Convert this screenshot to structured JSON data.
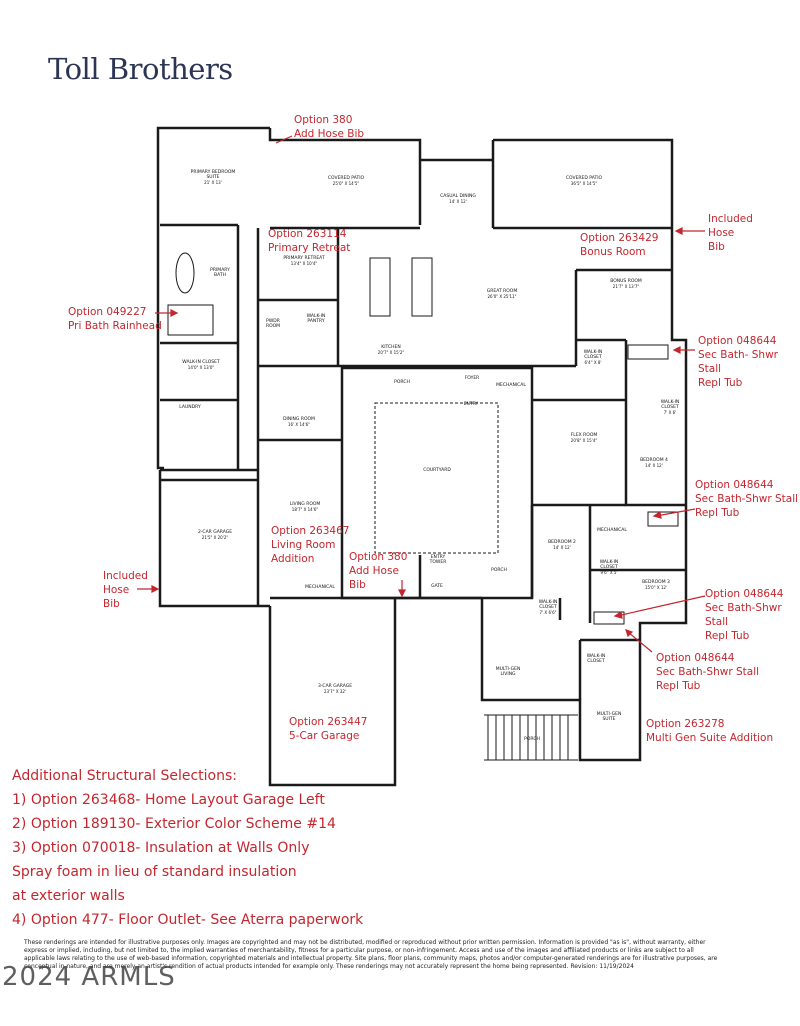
{
  "brand": {
    "name": "Toll Brothers"
  },
  "colors": {
    "annotation": "#c4262e",
    "wall": "#1a1a1a",
    "logo": "#2c3552"
  },
  "rooms": [
    {
      "id": "primary-bedroom",
      "name": "PRIMARY BEDROOM SUITE",
      "dim": "21' X 13'"
    },
    {
      "id": "covered-patio-1",
      "name": "COVERED PATIO",
      "dim": "25'0\" X 14'5\""
    },
    {
      "id": "casual-dining",
      "name": "CASUAL DINING",
      "dim": "14' X 12'"
    },
    {
      "id": "covered-patio-2",
      "name": "COVERED PATIO",
      "dim": "36'5\" X 14'5\""
    },
    {
      "id": "primary-retreat",
      "name": "PRIMARY RETREAT",
      "dim": "13'4\" X 10'4\""
    },
    {
      "id": "primary-bath",
      "name": "PRIMARY BATH",
      "dim": ""
    },
    {
      "id": "great-room",
      "name": "GREAT ROOM",
      "dim": "26'0\" X 25'11\""
    },
    {
      "id": "bonus-room",
      "name": "BONUS ROOM",
      "dim": "21'7\" X 13'7\""
    },
    {
      "id": "powder-room",
      "name": "PWDR ROOM",
      "dim": ""
    },
    {
      "id": "walk-in-pantry",
      "name": "WALK-IN PANTRY",
      "dim": ""
    },
    {
      "id": "kitchen",
      "name": "KITCHEN",
      "dim": "20'7\" X 15'2\""
    },
    {
      "id": "walk-in-closet-primary",
      "name": "WALK-IN CLOSET",
      "dim": "14'0\" X 13'0\""
    },
    {
      "id": "porch-top",
      "name": "PORCH",
      "dim": ""
    },
    {
      "id": "foyer",
      "name": "FOYER",
      "dim": ""
    },
    {
      "id": "mechanical-1",
      "name": "MECHANICAL",
      "dim": ""
    },
    {
      "id": "walk-in-closet-great",
      "name": "WALK-IN CLOSET",
      "dim": "6'4\" X 8'"
    },
    {
      "id": "entry",
      "name": "ENTRY",
      "dim": ""
    },
    {
      "id": "laundry",
      "name": "LAUNDRY",
      "dim": ""
    },
    {
      "id": "dining-room",
      "name": "DINING ROOM",
      "dim": "16' X 14'6\""
    },
    {
      "id": "courtyard",
      "name": "COURTYARD",
      "dim": ""
    },
    {
      "id": "flex-room",
      "name": "FLEX ROOM",
      "dim": "20'8\" X 15'4\""
    },
    {
      "id": "bedroom-4",
      "name": "BEDROOM 4",
      "dim": "14' X 12'"
    },
    {
      "id": "walk-in-closet-4",
      "name": "WALK-IN CLOSET",
      "dim": "7' X 6'"
    },
    {
      "id": "living-room",
      "name": "LIVING ROOM",
      "dim": "18'7\" X 14'6\""
    },
    {
      "id": "garage-2",
      "name": "2-CAR GARAGE",
      "dim": "21'5\" X 20'2\""
    },
    {
      "id": "bedroom-2",
      "name": "BEDROOM 2",
      "dim": "14' X 12'"
    },
    {
      "id": "mechanical-2",
      "name": "MECHANICAL",
      "dim": ""
    },
    {
      "id": "walk-in-closet-2",
      "name": "WALK-IN CLOSET",
      "dim": "9'6\" X 5'"
    },
    {
      "id": "bedroom-3",
      "name": "BEDROOM 3",
      "dim": "15'0\" X 12'"
    },
    {
      "id": "entry-tower",
      "name": "ENTRY TOWER",
      "dim": ""
    },
    {
      "id": "porch-bottom",
      "name": "PORCH",
      "dim": ""
    },
    {
      "id": "walk-in-closet-3",
      "name": "WALK-IN CLOSET",
      "dim": "7' X 6'6\""
    },
    {
      "id": "mechanical-3",
      "name": "MECHANICAL",
      "dim": ""
    },
    {
      "id": "gate",
      "name": "GATE",
      "dim": ""
    },
    {
      "id": "garage-3",
      "name": "3-CAR GARAGE",
      "dim": "23'7\" X 32'"
    },
    {
      "id": "multi-gen-living",
      "name": "MULTI-GEN LIVING",
      "dim": ""
    },
    {
      "id": "walk-in-closet-mg",
      "name": "WALK-IN CLOSET",
      "dim": ""
    },
    {
      "id": "multi-gen-suite",
      "name": "MULTI-GEN SUITE",
      "dim": ""
    },
    {
      "id": "porch-mg",
      "name": "PORCH",
      "dim": ""
    }
  ],
  "annotations": [
    {
      "id": "opt380-top",
      "lines": [
        "Option 380",
        "Add Hose Bib"
      ]
    },
    {
      "id": "opt263114",
      "lines": [
        "Option 263114",
        "Primary Retreat"
      ]
    },
    {
      "id": "opt263429",
      "lines": [
        "Option 263429",
        "Bonus Room"
      ]
    },
    {
      "id": "included-top",
      "lines": [
        "Included",
        "Hose",
        "Bib"
      ]
    },
    {
      "id": "opt049227",
      "lines": [
        "Option 049227",
        "Pri Bath Rainhead"
      ]
    },
    {
      "id": "opt048644-a",
      "lines": [
        "Option 048644",
        "Sec Bath- Shwr Stall",
        "Repl Tub"
      ]
    },
    {
      "id": "opt048644-b",
      "lines": [
        "Option 048644",
        "Sec Bath-Shwr Stall",
        "Repl Tub"
      ]
    },
    {
      "id": "opt263467",
      "lines": [
        "Option 263467",
        "Living Room",
        "Addition"
      ]
    },
    {
      "id": "opt380-bottom",
      "lines": [
        "Option 380",
        "Add Hose",
        "Bib"
      ]
    },
    {
      "id": "included-left",
      "lines": [
        "Included",
        "Hose",
        "Bib"
      ]
    },
    {
      "id": "opt048644-c",
      "lines": [
        "Option 048644",
        "Sec Bath-Shwr Stall",
        "Repl Tub"
      ]
    },
    {
      "id": "opt048644-d",
      "lines": [
        "Option 048644",
        "Sec Bath-Shwr Stall",
        "Repl Tub"
      ]
    },
    {
      "id": "opt263447",
      "lines": [
        "Option 263447",
        "5-Car Garage"
      ]
    },
    {
      "id": "opt263278",
      "lines": [
        "Option 263278",
        "Multi Gen Suite Addition"
      ]
    }
  ],
  "selections": {
    "heading": "Additional Structural Selections:",
    "items": [
      "1) Option 263468- Home Layout Garage Left",
      "2) Option 189130- Exterior Color Scheme #14",
      "3) Option 070018-  Insulation at Walls Only",
      " Spray foam in lieu of standard insulation",
      "at exterior walls",
      "4) Option 477-  Floor Outlet- See Aterra paperwork"
    ]
  },
  "disclaimer": "These renderings are intended for illustrative purposes only. Images are copyrighted and may not be distributed, modified or reproduced without prior written permission. Information is provided \"as is\", without warranty, either express or implied, including, but not limited to, the implied warranties of merchantability, fitness for a particular purpose, or non-infringement. Access and use of the images and affiliated products or links are subject to all applicable laws relating to the use of web-based information, copyrighted materials and intellectual property. Site plans, floor plans, community maps, photos and/or computer-generated renderings are for illustrative purposes, are conceptual in nature, and are merely an artist's rendition of actual products intended for example only. These renderings may not accurately represent the home being represented. Revision: 11/19/2024",
  "watermark": "2024 ARMLS"
}
